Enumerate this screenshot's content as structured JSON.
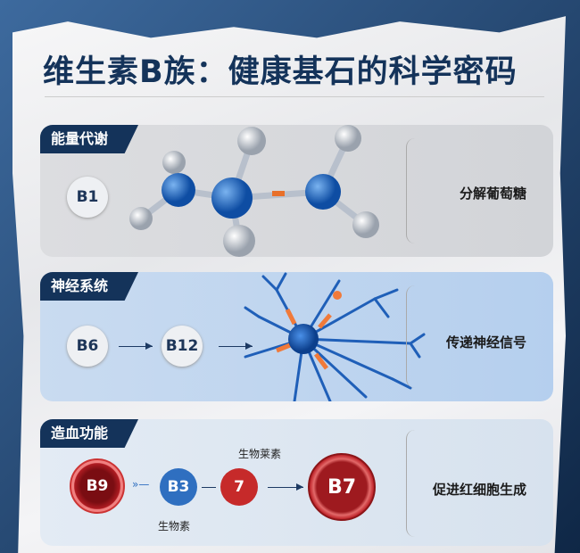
{
  "title": "维生素B族：健康基石的科学密码",
  "sections": [
    {
      "tag": "能量代谢",
      "vitamins": [
        "B1"
      ],
      "result": "分解葡萄糖",
      "illustration": "molecule-icon"
    },
    {
      "tag": "神经系统",
      "vitamins": [
        "B6",
        "B12"
      ],
      "result": "传递神经信号",
      "illustration": "neuron-icon"
    },
    {
      "tag": "造血功能",
      "vitamins": [
        "B9",
        "B3",
        "7",
        "B7"
      ],
      "labels": {
        "above": "生物莱素",
        "below": "生物素"
      },
      "result": "促进红细胞生成",
      "illustration": "red-blood-cell-icon"
    }
  ],
  "colors": {
    "navy": "#14335a",
    "blue": "#2f6fc0",
    "red": "#c62a2a"
  }
}
